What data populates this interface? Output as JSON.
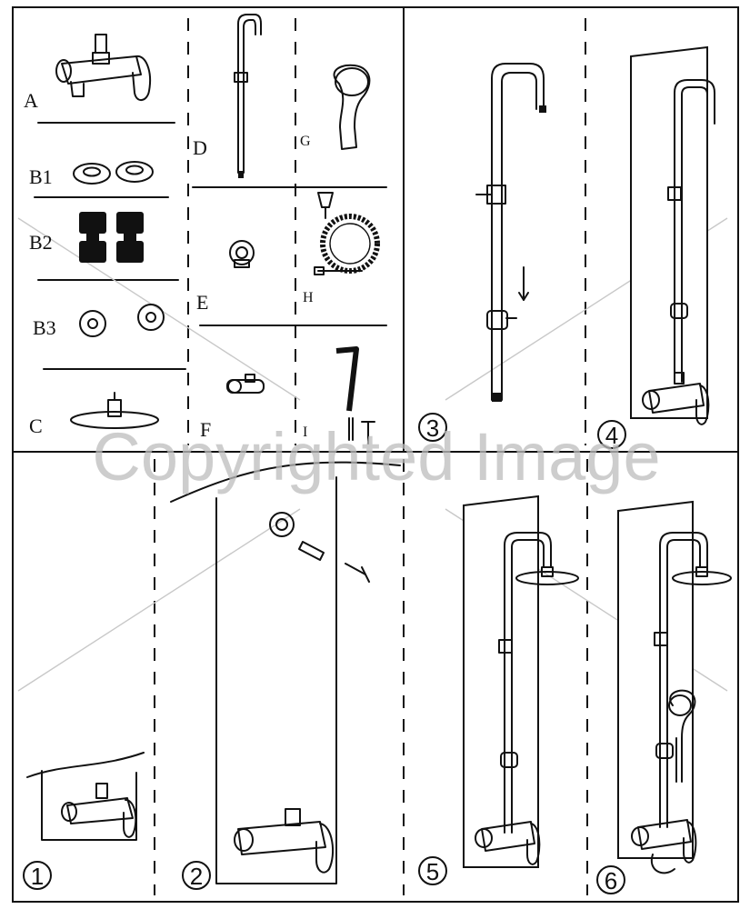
{
  "parts": {
    "A": "A",
    "B1": "B1",
    "B2": "B2",
    "B3": "B3",
    "C": "C",
    "D": "D",
    "E": "E",
    "F": "F",
    "G": "G",
    "H": "H",
    "I": "I"
  },
  "steps": [
    "1",
    "2",
    "3",
    "4",
    "5",
    "6"
  ],
  "watermark": "Copyrighted Image"
}
